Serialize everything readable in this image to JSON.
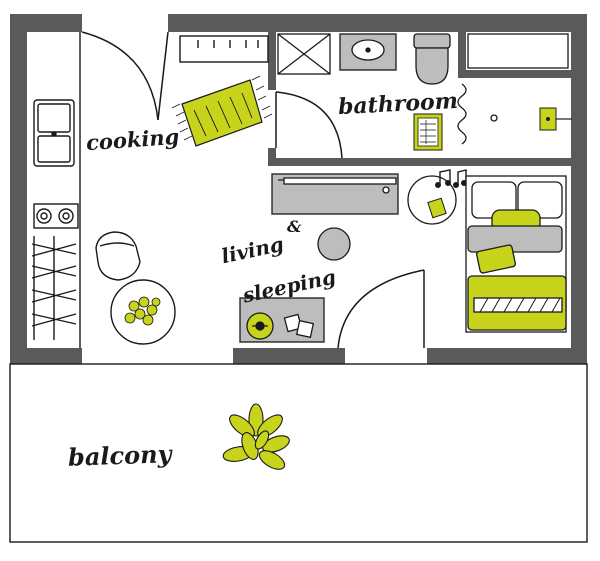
{
  "labels": {
    "cooking": "cooking",
    "bathroom": "bathroom",
    "living": "living",
    "ampersand": "&",
    "sleeping": "sleeping",
    "balcony": "balcony"
  },
  "colors": {
    "wall": "#5a5a5a",
    "accent": "#c8d41c",
    "fixture": "#bdbdbd",
    "line": "#1a1a1a",
    "floor": "#ffffff"
  },
  "icons": [
    "stove-icon",
    "sink-icon",
    "toilet-icon",
    "bed-icon",
    "plant-icon",
    "chair-icon",
    "round-table-icon",
    "rug-icon",
    "music-notes-icon"
  ]
}
